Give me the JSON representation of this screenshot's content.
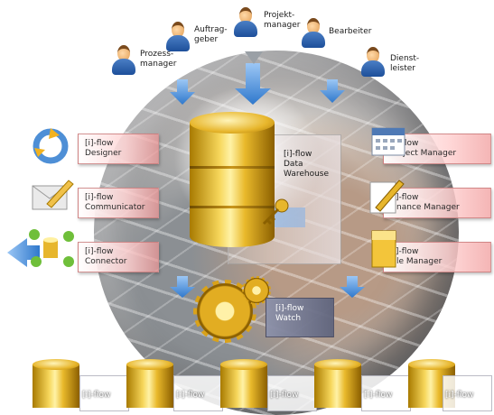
{
  "roles": [
    {
      "label": "Prozess-\nmanager"
    },
    {
      "label": "Auftrag-\ngeber"
    },
    {
      "label": "Projekt-\nmanager"
    },
    {
      "label": "Bearbeiter"
    },
    {
      "label": "Dienst-\nleister"
    }
  ],
  "left_modules": [
    {
      "label": "[i]-flow\nDesigner",
      "icon": "recycle-icon"
    },
    {
      "label": "[i]-flow\nCommunicator",
      "icon": "envelope-pen-icon"
    },
    {
      "label": "[i]-flow\nConnector",
      "icon": "connector-icon"
    }
  ],
  "right_modules": [
    {
      "label": "[i]-flow\nProject Manager",
      "icon": "calendar-icon"
    },
    {
      "label": "[i]-flow\nFinance Manager",
      "icon": "pen-document-icon"
    },
    {
      "label": "[i]-flow\nFile Manager",
      "icon": "folder-icon"
    }
  ],
  "center": {
    "label": "[i]-flow\nData\nWarehouse"
  },
  "watch": {
    "label": "[i]-flow\nWatch"
  },
  "bottom_modules": [
    {
      "label": "[i]-flow"
    },
    {
      "label": "[i]-flow"
    },
    {
      "label": "[i]-flow"
    },
    {
      "label": "[i]-flow"
    },
    {
      "label": "[i]-flow"
    }
  ],
  "colors": {
    "arrow": "#3f86d6",
    "gold": "#e7b62c",
    "module_pink": "#f5b8b8"
  }
}
